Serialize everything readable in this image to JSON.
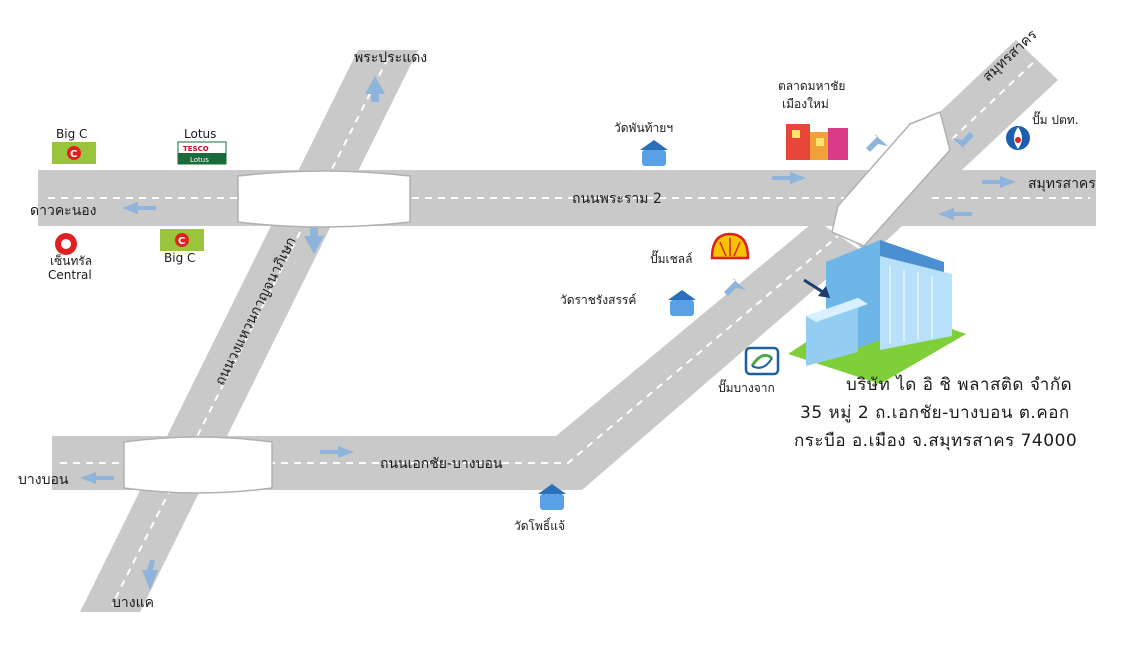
{
  "roads": {
    "rama2": "ถนนพระราม 2",
    "kanchanaphisek": "ถนนวงแหวนกาญจนาภิเษก",
    "ekachai": "ถนนเอกชัย-บางบอน"
  },
  "directions": {
    "phra_pradaeng": "พระประแดง",
    "samut_sakhon_top": "สมุทรสาคร",
    "samut_sakhon_right": "สมุทรสาคร",
    "dao_khanong": "ดาวคะนอง",
    "bang_bon": "บางบอน",
    "bang_khae": "บางแค"
  },
  "landmarks": {
    "big_c_top": "Big C",
    "lotus": "Lotus",
    "lotus_badge_top": "TESCO",
    "lotus_badge_bottom": "Lotus",
    "central_thai": "เซ็นทรัล",
    "central": "Central",
    "big_c_bottom": "Big C",
    "wat_phanthai": "วัดพันท้ายฯ",
    "market_line1": "ตลาดมหาชัย",
    "market_line2": "เมืองใหม่",
    "ptt": "ปั๊ม ปตท.",
    "shell": "ปั๊มเชลล์",
    "wat_racha": "วัดราชรังสรรค์",
    "bangchak": "ปั๊มบางจาก",
    "wat_phosi": "วัดโพธิ์แจ้"
  },
  "company": {
    "line1": "บริษัท ได อิ ชิ พลาสติด จำกัด",
    "line2": "35 หมู่ 2 ถ.เอกชัย-บางบอน ต.คอก",
    "line3": "กระบือ อ.เมือง จ.สมุทรสาคร 74000"
  },
  "colors": {
    "road": "#c9c9c9",
    "arrow": "#8fb4dc",
    "temple": "#2a6fb8",
    "big_c": "#9ac43c",
    "shell": "#f5c400",
    "ptt": "#1c5fb0",
    "bangchak": "#1f5f9e"
  }
}
